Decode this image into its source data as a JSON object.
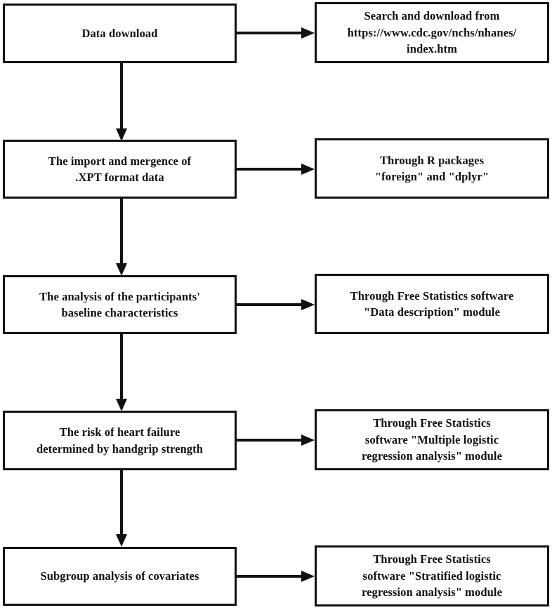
{
  "diagram": {
    "title": "NHANES handgrip strength and heart failure analysis workflow",
    "type": "flowchart",
    "orientation": "vertical-with-side-annotations",
    "colors": {
      "background": "#ffffff",
      "box_border": "#111111",
      "box_fill": "#ffffff",
      "text": "#111111",
      "arrow": "#111111"
    },
    "steps": [
      {
        "id": "step-1",
        "left": "Data download",
        "right": "Search and download from\nhttps://www.cdc.gov/nchs/nhanes/\nindex.htm"
      },
      {
        "id": "step-2",
        "left": "The import and mergence of\n.XPT format data",
        "right": "Through R packages\n\"foreign\" and \"dplyr\""
      },
      {
        "id": "step-3",
        "left": "The analysis of the participants'\nbaseline characteristics",
        "right": "Through  Free Statistics software\n\"Data description\" module"
      },
      {
        "id": "step-4",
        "left": "The risk of heart failure\ndetermined by handgrip strength",
        "right": "Through  Free Statistics\nsoftware \"Multiple logistic\nregression analysis\" module"
      },
      {
        "id": "step-5",
        "left": "Subgroup analysis of covariates",
        "right": "Through  Free Statistics\nsoftware \"Stratified logistic\nregression analysis\" module"
      }
    ],
    "connectors": {
      "horizontal_count": 5,
      "vertical_count": 4,
      "style": "solid-line-with-filled-triangle-arrowhead"
    }
  }
}
